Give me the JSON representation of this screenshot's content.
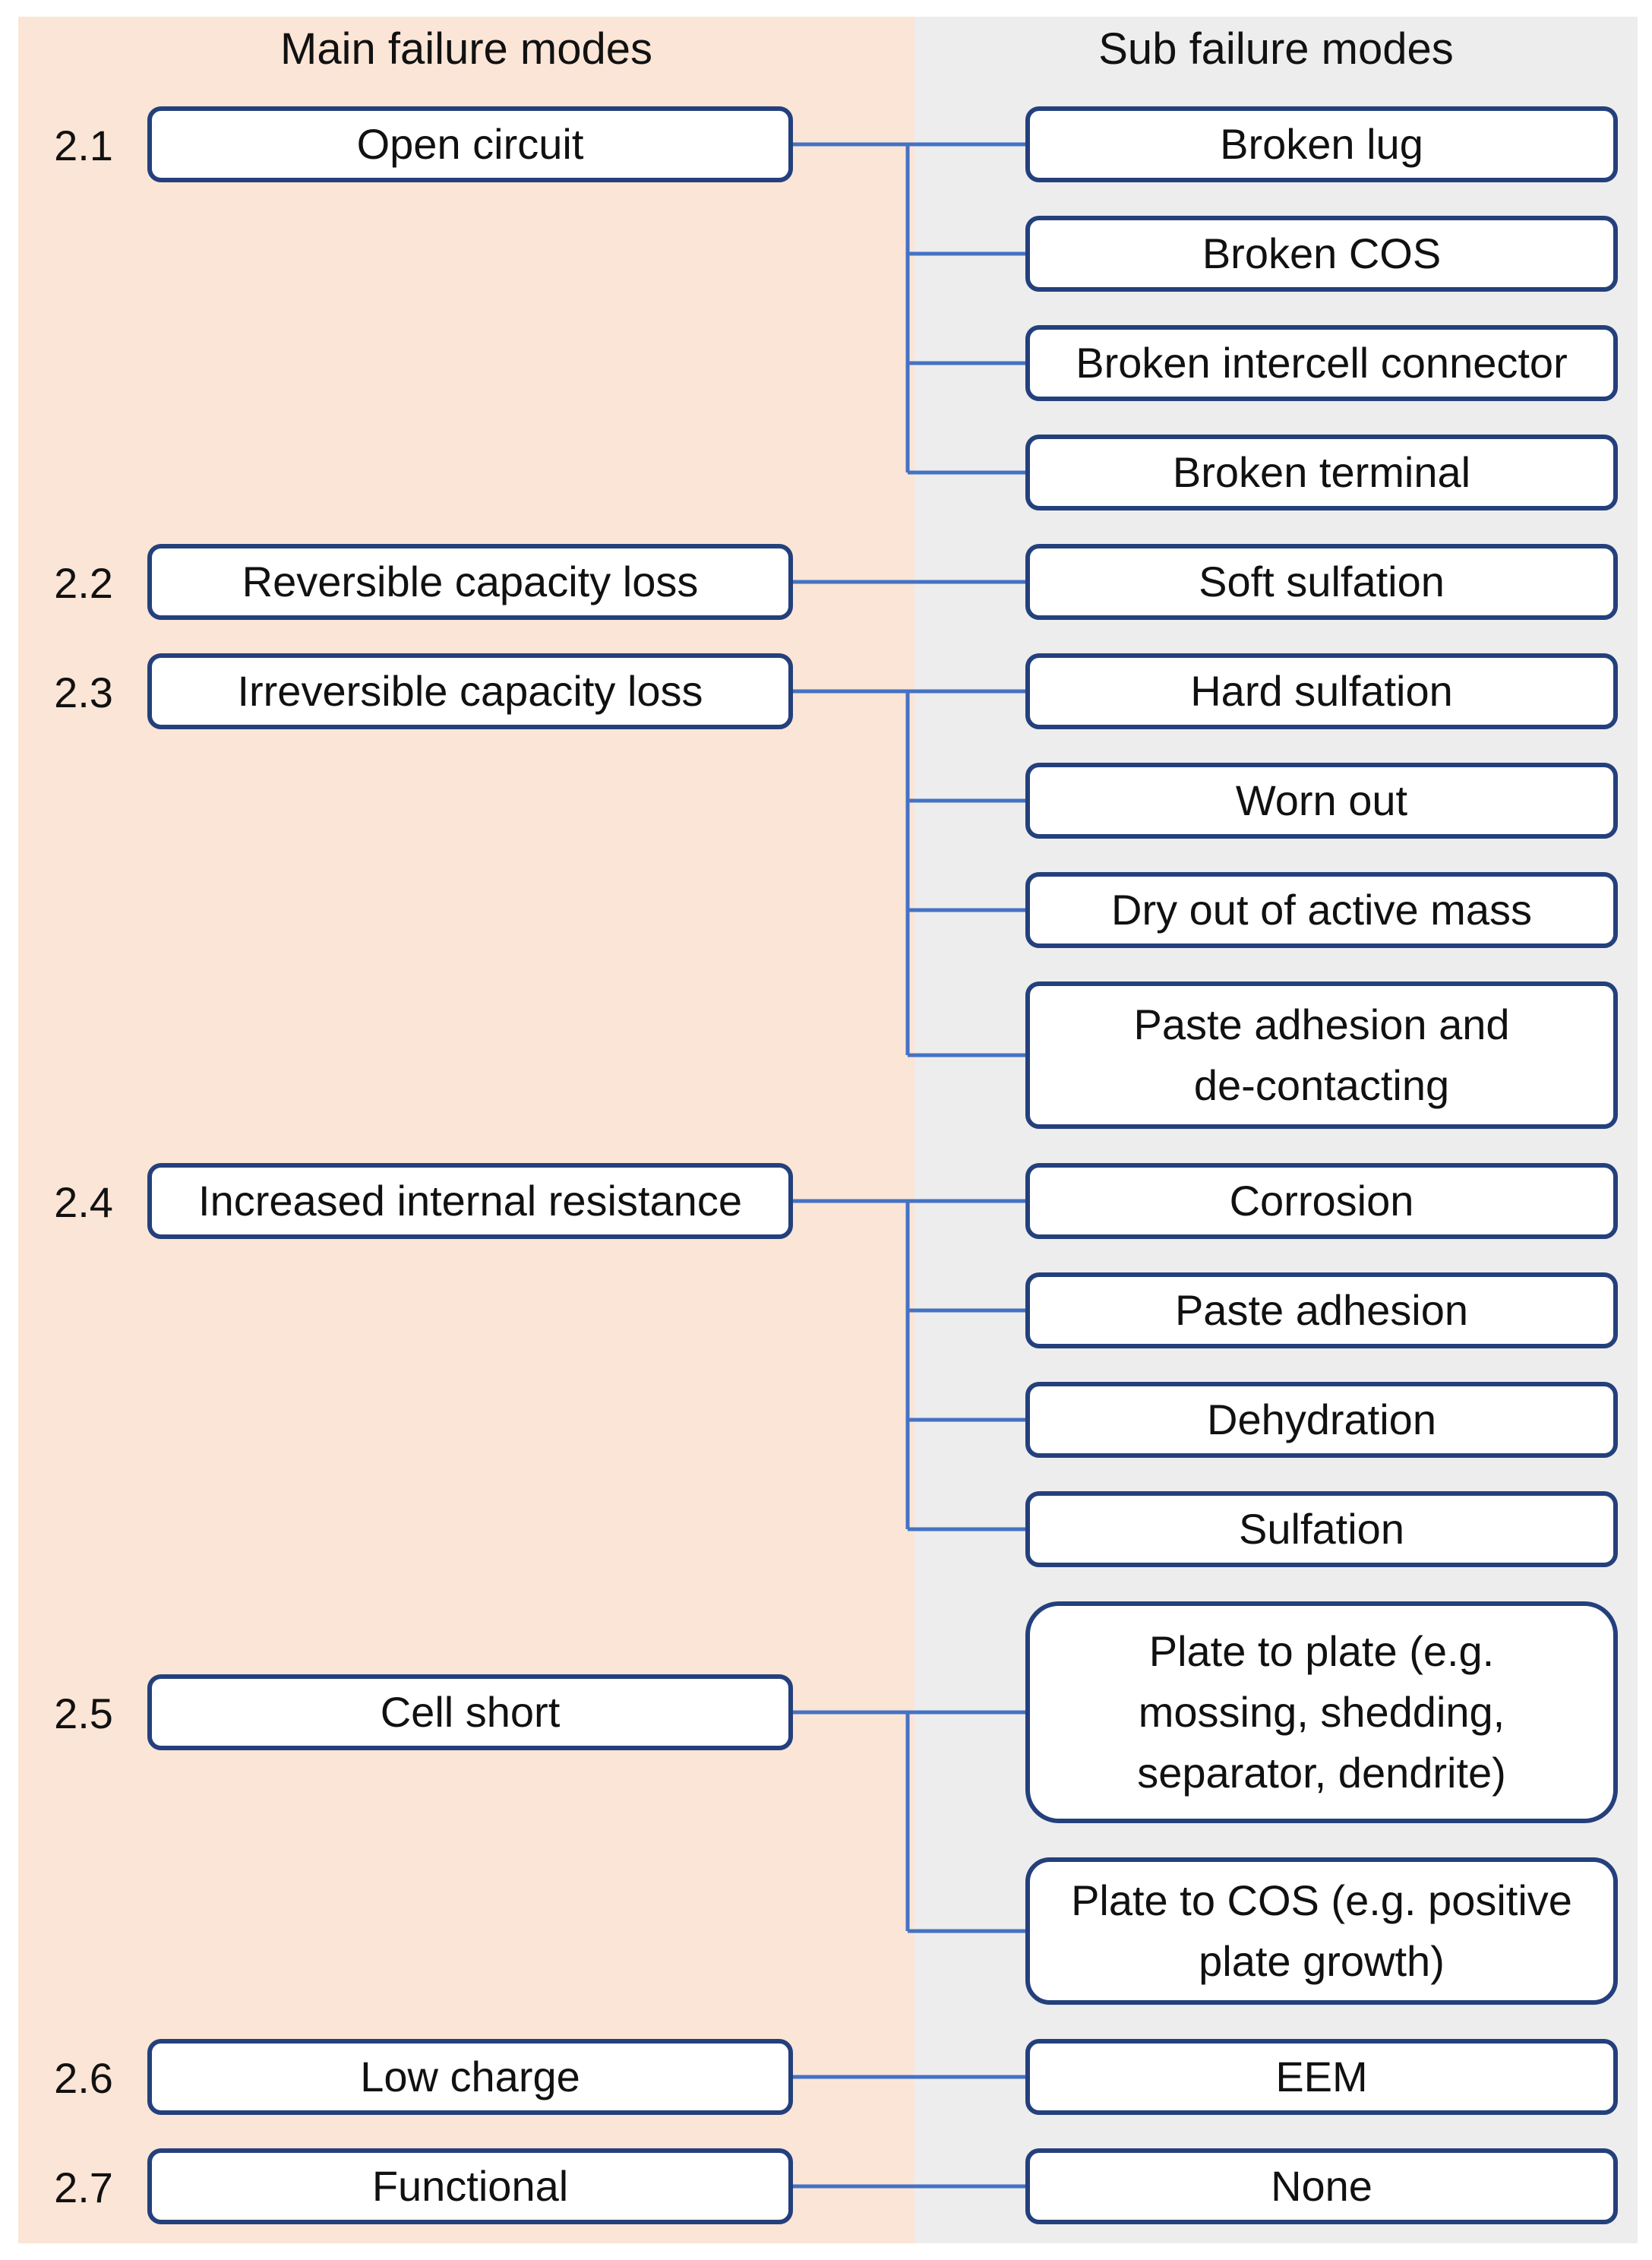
{
  "headers": {
    "main": "Main failure modes",
    "sub": "Sub failure modes"
  },
  "colors": {
    "left_bg": "#fbe5d6",
    "right_bg": "#ededed",
    "box_border": "#24407c",
    "line": "#4472c4"
  },
  "groups": [
    {
      "number": "2.1",
      "main": "Open circuit",
      "subs": [
        "Broken lug",
        "Broken COS",
        "Broken intercell connector",
        "Broken terminal"
      ]
    },
    {
      "number": "2.2",
      "main": "Reversible capacity loss",
      "subs": [
        "Soft sulfation"
      ]
    },
    {
      "number": "2.3",
      "main": "Irreversible capacity loss",
      "subs": [
        "Hard sulfation",
        "Worn out",
        "Dry out of active mass",
        "Paste adhesion and\nde-contacting"
      ]
    },
    {
      "number": "2.4",
      "main": "Increased internal resistance",
      "subs": [
        "Corrosion",
        "Paste adhesion",
        "Dehydration",
        "Sulfation"
      ]
    },
    {
      "number": "2.5",
      "main": "Cell short",
      "subs": [
        "Plate to plate (e.g.\nmossing, shedding,\nseparator, dendrite)",
        "Plate to COS (e.g. positive\nplate growth)"
      ]
    },
    {
      "number": "2.6",
      "main": "Low charge",
      "subs": [
        "EEM"
      ]
    },
    {
      "number": "2.7",
      "main": "Functional",
      "subs": [
        "None"
      ]
    }
  ]
}
